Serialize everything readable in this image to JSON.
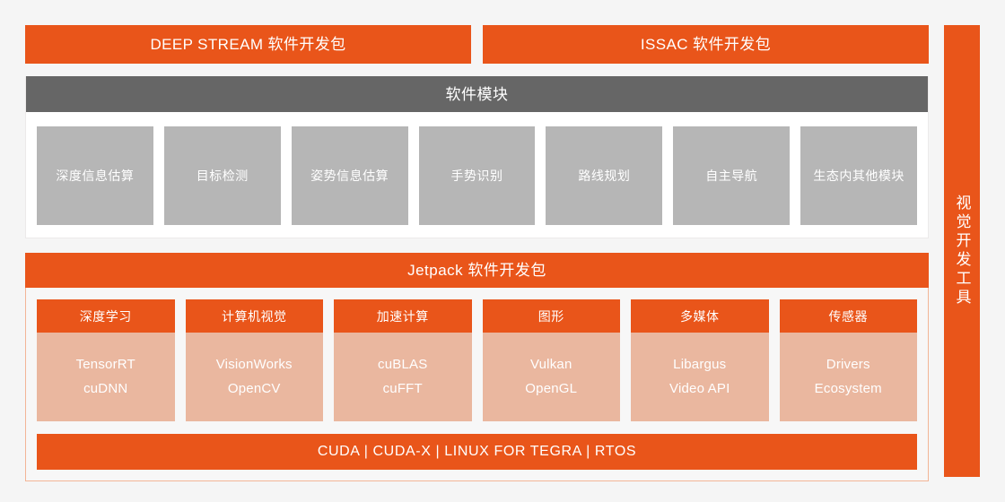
{
  "background_color": "#f5f5f5",
  "accent_color": "#e9551a",
  "module_card_color": "#b6b6b6",
  "module_header_color": "#666666",
  "lib_body_color": "#eab79f",
  "top_sdks": [
    {
      "label": "DEEP STREAM 软件开发包"
    },
    {
      "label": "ISSAC 软件开发包"
    }
  ],
  "software_modules": {
    "title": "软件模块",
    "cards": [
      {
        "label": "深度信息估算"
      },
      {
        "label": "目标检测"
      },
      {
        "label": "姿势信息估算"
      },
      {
        "label": "手势识别"
      },
      {
        "label": "路线规划"
      },
      {
        "label": "自主导航"
      },
      {
        "label": "生态内其他模块"
      }
    ]
  },
  "jetpack": {
    "title": "Jetpack 软件开发包",
    "libraries": [
      {
        "title": "深度学习",
        "items": "TensorRT\ncuDNN"
      },
      {
        "title": "计算机视觉",
        "items": "VisionWorks\nOpenCV"
      },
      {
        "title": "加速计算",
        "items": "cuBLAS\ncuFFT"
      },
      {
        "title": "图形",
        "items": "Vulkan\nOpenGL"
      },
      {
        "title": "多媒体",
        "items": "Libargus\nVideo API"
      },
      {
        "title": "传感器",
        "items": "Drivers\nEcosystem"
      }
    ],
    "foundation": "CUDA | CUDA-X | LINUX FOR TEGRA | RTOS"
  },
  "side_bar": {
    "label": "视觉开发工具"
  }
}
